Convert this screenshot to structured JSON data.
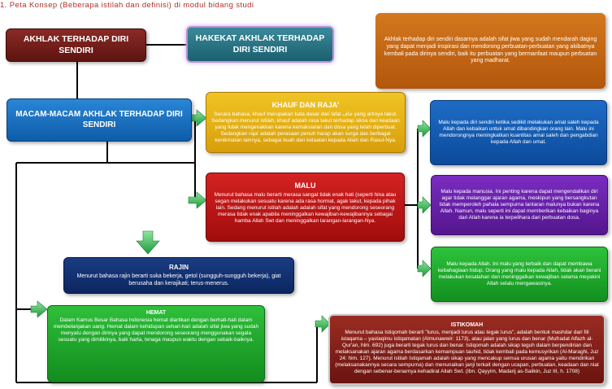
{
  "heading": "1.    Peta  Konsep  (Beberapa  istilah  dan  definisi)  di modul  bidang  studi",
  "colors": {
    "heading": "#b0302a",
    "akhlak": "#6e1c18",
    "hakekat": "#2a7a8a",
    "hakekat_glow": "#c9a8e8",
    "definition": "#c2661a",
    "macam": "#1a72c0",
    "khauf": "#e4b016",
    "malu": "#bc1616",
    "rajin": "#122f70",
    "hemat": "#1ea62c",
    "istiqomah": "#821e18",
    "malu_1": "#1558b0",
    "malu_2": "#6620a8",
    "malu_3": "#1ea62c",
    "connector": "#000000",
    "arrow": "#2ebd5a"
  },
  "boxes": {
    "akhlak": {
      "title": "AKHLAK  TERHADAP  DIRI SENDIRI"
    },
    "hakekat": {
      "title": "HAKEKAT  AKHLAK TERHADAP  DIRI SENDIRI"
    },
    "definition": {
      "text": "Akhlak  terhadap  diri sendiri dasarnya adalah sifat jiwa yang sudah mendarah daging yang dapat menjadi inspirasi dan mendorong perbuatan-perbuatan yang akibatnya kembali pada dirinya sendiri, baik itu perbuatan yang bermanfaat maupun perbuatan yang madharat."
    },
    "macam": {
      "title": "MACAM-MACAM  AKHLAK TERHADAP DIRI SENDIRI"
    },
    "khauf": {
      "title": "KHAUF DAN RAJA'",
      "text": "Secara bahasa, khauf merupakan kata dasar dari lafal خاف yang artinya takut. Sedangkan menurut istilah, khauf adalah rasa takut terhadap siksa dan keadaan yang tidak mengenakkan karena kemaksiatan dan dosa yang telah diperbuat. Sedangkan raja' adalah perasaan penuh harap akan surga dan berbagai kenikmatan lainnya, sebagai buah dari ketaatan kepada Allah dan Rasul-Nya."
    },
    "malu": {
      "title": "MALU",
      "text": "Menurut bahasa malu berarti merasa sangat tidak enak hati (seperti hina atau segan melakukan sesuatu karena ada rasa hormat, agak takut, kepada pihak lain. Sedang menurut istilah adalah adalah sifat yang mendorong seseorang merasa tidak enak apabila meninggalkan kewajiban-kewajibannya sebagai hamba Allah Swt dan meninggalkan larangan-larangan-Nya."
    },
    "rajin": {
      "title": "RAJIN",
      "text": "Menurut  bahasa  rajin berarti suka bekerja,  getol  (sungguh-sungguh bekerja),  giat berusaha  dan  kerajikati;  terus-menerus."
    },
    "hemat": {
      "title": "HEMAT",
      "text": "Dalam Kamus Besar Bahasa Indonesia hemat diartikan dengan berhati-hati dalam membelanjakan uang. Hemat dalam kehidupan sehari-hari adalah sifat jiwa yang sudah menyatu dengan dirinya yang dapat mendorong seseorang menggunakan segala sesuatu yang dimilikinya, baik harta, tenaga maupun waktu dengan sebaik-baiknya."
    },
    "istiqomah": {
      "title": "ISTIKOMAH",
      "text": "Menurut bahasa Istiqomah berarti \"lurus, menjadi lurus atau tegak lurus\", adalah bentuk mashdar dari fiil istaqama – yastaqimu istiqamatan (Almunawwir: 1173), atau jalan yang lurus dan benar (Mufradat Alfazh al-Qur'an, hlm. 692) juga berarti tegak lurus dan benar. Istiqomah adalah sikap teguh dalam berpendirian dan melaksanakan ajaran agama berdasarkan kemampuan tauhid, tidak kembali pada kemusyrikan (Al-Maraghi, Juz 24: hlm. 127). Menurut istilah Istiqamah adalah sikap yang mencakup semua urusan agama yaitu mendirikan (melaksanakannya secara sempurna) dan menunaikan janji terkait dengan ucapan, perbuatan, keadaan dan niat dengan sebenar-benarnya kehadirat Allah Swt. (Ibn. Qayyim, Madarij as-Salikin, Juz III, h. 1708)"
    },
    "malu_1": {
      "text": "Malu kepada diri sendiri ketika sedikit melakukan amal saleh kepada Allah dan kebaikan untuk umat dibandingkan orang lain. Malu ini mendorongnya meningkatkan kuantitas amal saleh dan pengabdian kepada Allah dan umat."
    },
    "malu_2": {
      "text": "Malu kepada manusia. Ini penting karena dapat mengendalikan diri agar tidak melanggar ajaran agama, meskipun yang bersangkutan tidak memperoleh pahala sempurna lantaran malunya bukan karena Allah. Namun, malu seperti ini dapat memberikan kebaikan baginya dari Allah karena ia terpelihara dari perbuatan dosa."
    },
    "malu_3": {
      "text": "Malu kepada Allah. Ini malu yang terbaik dan dapat membawa kebahagiaan hidup. Orang yang malu kepada Allah, tidak akan berani melakukan kesalahan dan meninggalkan kewajiban selama meyakini Allah selalu mengawasinya."
    }
  }
}
